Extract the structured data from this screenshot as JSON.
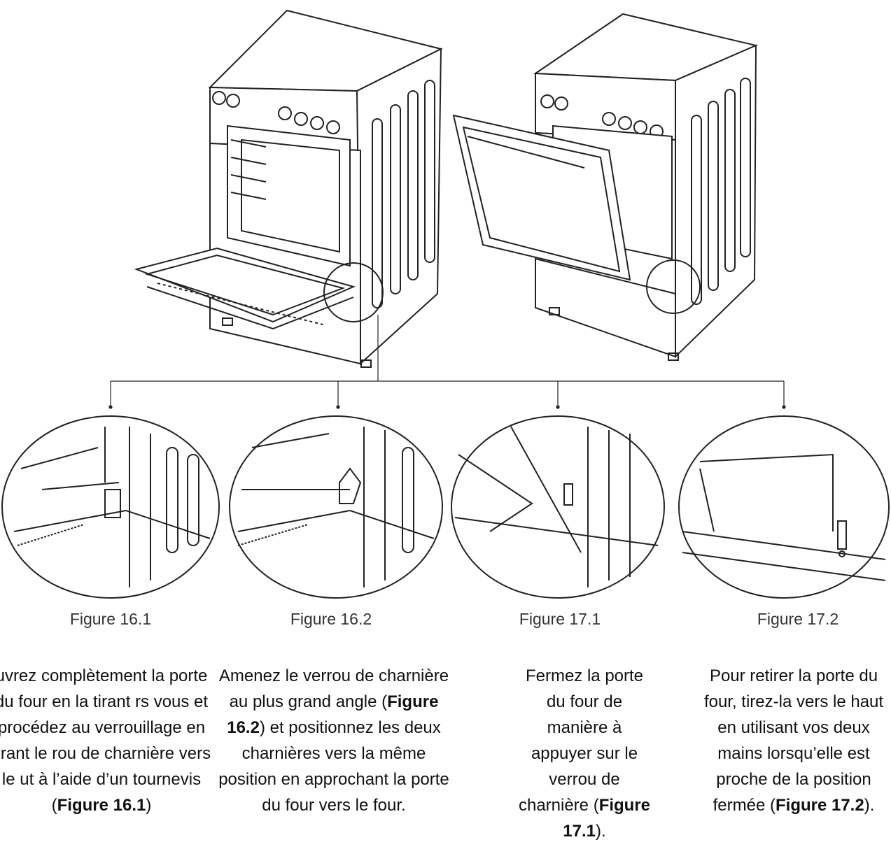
{
  "captions": [
    "Figure 16.1",
    "Figure 16.2",
    "Figure 17.1",
    "Figure 17.2"
  ],
  "steps": [
    {
      "pre": "uvrez complètement la porte du four en la tirant rs vous et procédez au verrouillage en tirant le rou de charnière vers le ut à l’aide d’un tournevis (",
      "ref": "Figure 16.1",
      "post": ")"
    },
    {
      "pre": "Amenez le verrou de charnière au plus grand angle (",
      "ref": "Figure 16.2",
      "post": ") et positionnez les deux charnières vers la même position en approchant la porte du four vers le four."
    },
    {
      "pre": "Fermez la porte du four de manière à appuyer sur le verrou de charnière (",
      "ref": "Figure 17.1",
      "post": ")."
    },
    {
      "pre": "Pour retirer la porte du four, tirez-la vers le haut en utilisant vos deux mains lorsqu’elle est proche de la position fermée (",
      "ref": "Figure 17.2",
      "post": ")."
    }
  ]
}
